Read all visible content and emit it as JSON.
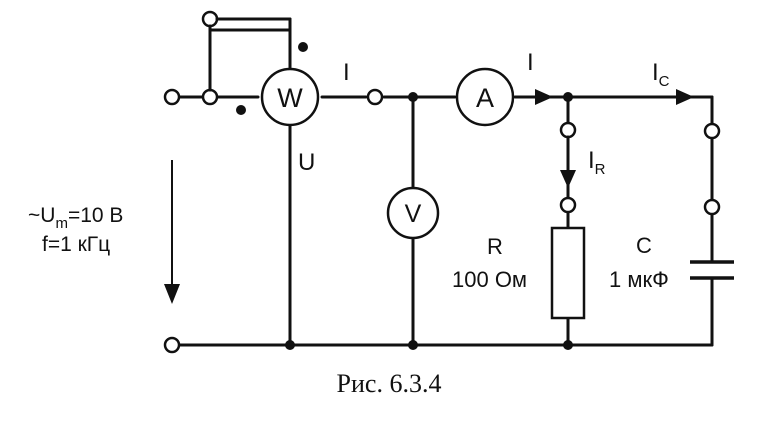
{
  "source": {
    "amplitude_label": "~U",
    "amplitude_sub": "m",
    "amplitude_value": "=10 В",
    "frequency": "f=1 кГц"
  },
  "meters": {
    "wattmeter": "W",
    "ammeter": "A",
    "voltmeter": "V"
  },
  "labels": {
    "current_main_1": "I",
    "current_main_2": "I",
    "voltage": "U",
    "current_c_main": "I",
    "current_c_sub": "C",
    "current_r_main": "I",
    "current_r_sub": "R"
  },
  "resistor": {
    "name": "R",
    "value": "100 Ом"
  },
  "capacitor": {
    "name": "C",
    "value": "1 мкФ"
  },
  "caption": "Рис. 6.3.4",
  "colors": {
    "ink": "#111111",
    "background": "#ffffff"
  }
}
